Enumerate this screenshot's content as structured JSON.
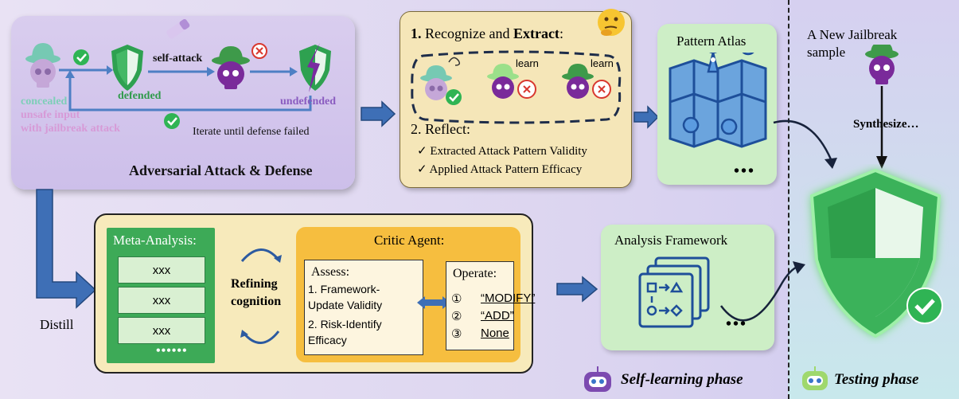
{
  "adversarial": {
    "title": "Adversarial Attack & Defense",
    "concealed_lines": [
      "concealed",
      "unsafe input",
      "with jailbreak attack"
    ],
    "defended": "defended",
    "self_attack": "self-attack",
    "undefended": "undefended",
    "iterate": "Iterate until defense failed"
  },
  "recognize": {
    "step1_num": "1.",
    "step1_a": "Recognize and",
    "step1_b": "Extract",
    "step1_c": ":",
    "learn1": "learn",
    "learn2": "learn",
    "step2": "2. Reflect:",
    "check1": "✓ Extracted Attack Pattern Validity",
    "check2": "✓ Applied Attack Pattern Efficacy"
  },
  "atlas": {
    "title": "Pattern Atlas",
    "ellipsis": "•••"
  },
  "testing": {
    "sample_line1": "A New Jailbreak",
    "sample_line2": "sample",
    "synthesize": "Synthesize…",
    "phase": "Testing phase"
  },
  "meta": {
    "title": "Meta-Analysis:",
    "rows": [
      "xxx",
      "xxx",
      "xxx"
    ],
    "dots": "••••••",
    "refining_1": "Refining",
    "refining_2": "cognition"
  },
  "distill": "Distill",
  "critic": {
    "title": "Critic Agent:",
    "assess_title": "Assess:",
    "assess_lines": [
      "1. Framework-",
      "Update Validity",
      "2.  Risk-Identify",
      "Efficacy"
    ],
    "operate_title": "Operate:",
    "ops": [
      {
        "num": "①",
        "label": "“MODIFY”"
      },
      {
        "num": "②",
        "label": "“ADD”"
      },
      {
        "num": "③",
        "label": "None"
      }
    ]
  },
  "framework": {
    "title": "Analysis Framework",
    "ellipsis": "•••"
  },
  "self_learning_phase": "Self-learning phase",
  "colors": {
    "teal_text": "#7ecfb8",
    "pink_text": "#d79ad7",
    "green_text": "#2f9b4a",
    "purple_text": "#8a5cc0",
    "shield_green": "#3bb25a"
  }
}
